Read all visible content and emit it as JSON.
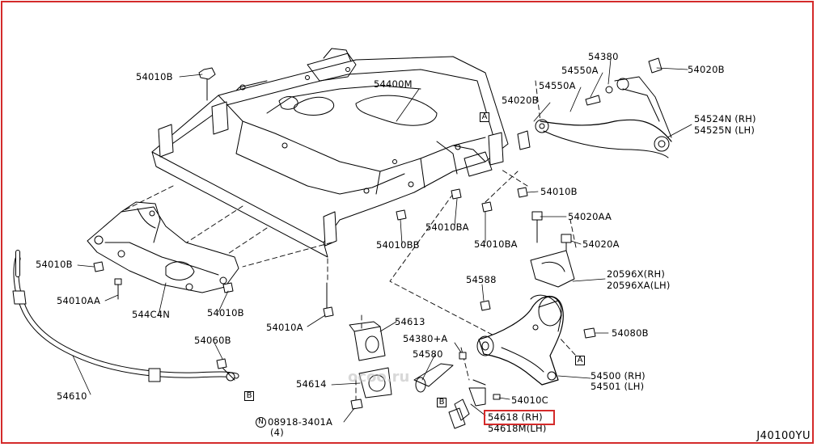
{
  "diagram_code": "J40100YU",
  "watermark": "ocoo.ru",
  "colors": {
    "highlight": "#d42a2a",
    "line": "#000000"
  },
  "refs": {
    "a": "A",
    "b": "B",
    "n": "N"
  },
  "labels": {
    "p54010b_top": "54010B",
    "p54400m": "54400M",
    "p54380": "54380",
    "p54550a_1": "54550A",
    "p54550a_2": "54550A",
    "p54020b_top": "54020B",
    "p54020b_mid": "54020B",
    "p54524n": "54524N (RH)",
    "p54525n": "54525N (LH)",
    "p54010b_r": "54010B",
    "p54010ba_1": "54010BA",
    "p54010ba_2": "54010BA",
    "p54010bb": "54010BB",
    "p54020aa": "54020AA",
    "p54020a": "54020A",
    "p20596x": "20596X(RH)",
    "p20596xa": "20596XA(LH)",
    "p54588": "54588",
    "p54080b": "54080B",
    "p54010b_l": "54010B",
    "p54010aa": "54010AA",
    "p544c4n": "544C4N",
    "p54010b_lb": "54010B",
    "p54010a": "54010A",
    "p54060b": "54060B",
    "p54613": "54613",
    "p54380a": "54380+A",
    "p54580": "54580",
    "p54614": "54614",
    "p54610": "54610",
    "p54500": "54500 (RH)",
    "p54501": "54501 (LH)",
    "p54010c": "54010C",
    "p54618": "54618 (RH)",
    "p54618m": "54618M(LH)",
    "p08918": "08918-3401A",
    "p08918_qty": "(4)"
  }
}
